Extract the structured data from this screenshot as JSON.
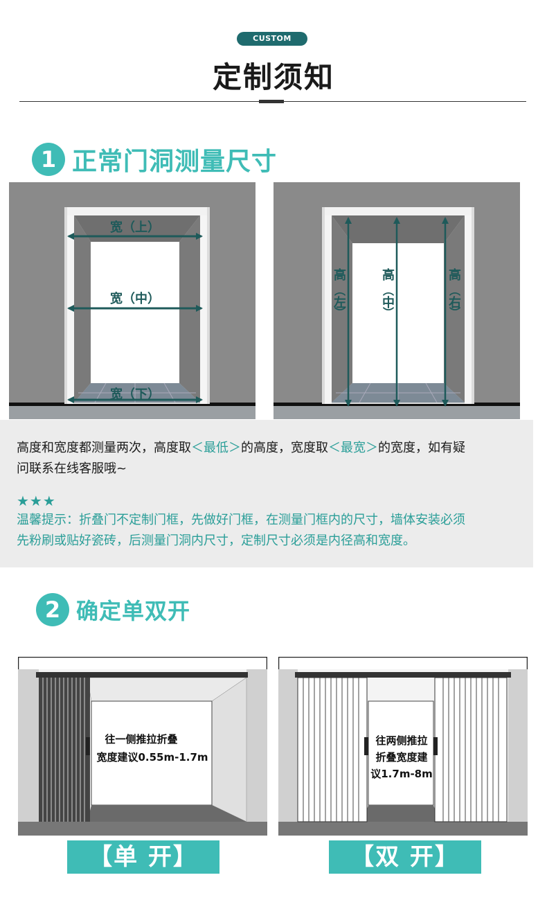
{
  "header": {
    "badge": "CUSTOM",
    "title": "定制须知"
  },
  "section1": {
    "number": "1",
    "title": "正常门洞测量尺寸",
    "width_labels": {
      "top": "宽（上）",
      "middle": "宽（中）",
      "bottom": "宽（下）"
    },
    "height_labels": {
      "left_head": "高",
      "left_pos": "左",
      "middle_head": "高",
      "middle_pos": "中",
      "right_head": "高",
      "right_pos": "右"
    }
  },
  "notes": {
    "line1_a": "高度和宽度都测量两次，高度取",
    "line1_b": "＜最低＞",
    "line1_c": "的高度，宽度取",
    "line1_d": "＜最宽＞",
    "line1_e": "的宽度，如有疑",
    "line2": "问联系在线客服哦~",
    "stars": "★★★",
    "tip1": "温馨提示：折叠门不定制门框，先做好门框，在测量门框内的尺寸，墙体安装必须",
    "tip2": "先粉刷或贴好瓷砖，后测量门洞内尺寸，定制尺寸必须是内径高和宽度。"
  },
  "section2": {
    "number": "2",
    "title": "确定单双开",
    "single": {
      "desc1": "往一侧推拉折叠",
      "desc2": "宽度建议0.55m-1.7m",
      "label": "【单 开】"
    },
    "double": {
      "desc1": "往两侧推拉",
      "desc2": "折叠宽度建",
      "desc3": "议1.7m-8m",
      "label": "【双 开】"
    }
  },
  "colors": {
    "accent": "#3fbcb6",
    "accent_dark": "#1f6b6e",
    "measure_line": "#1e5a5a"
  }
}
